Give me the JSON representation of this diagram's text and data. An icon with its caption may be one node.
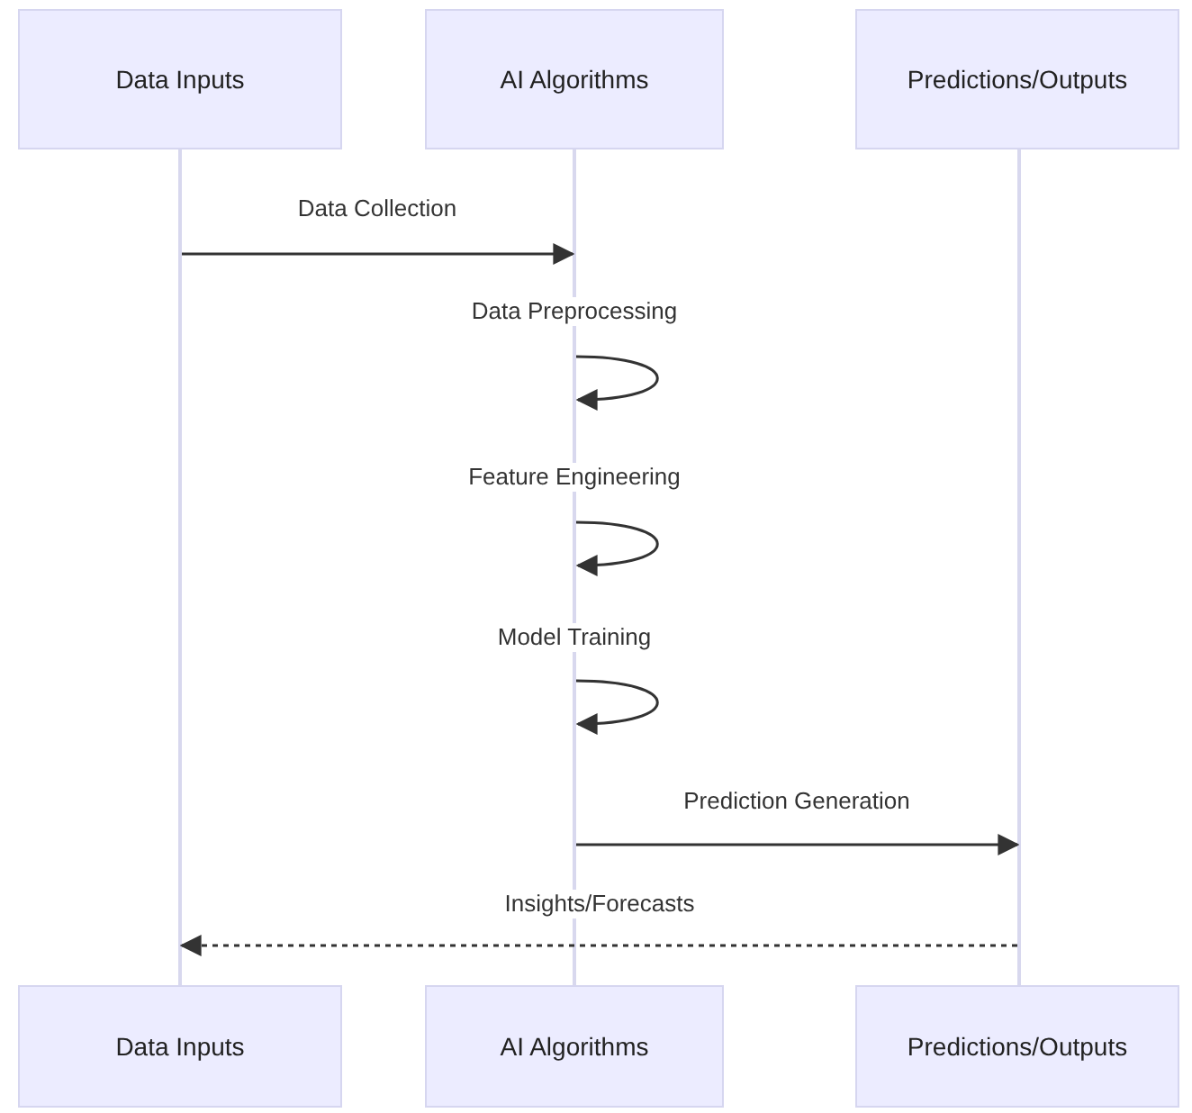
{
  "diagram": {
    "nodes": [
      {
        "text": [
          "Data Inputs"
        ]
      },
      {
        "text": [
          "AI Algorithms"
        ]
      },
      {
        "text": [
          "Predictions/Outputs"
        ]
      },
      {
        "text": [],
        "shape": "bar"
      },
      {
        "text": [],
        "shape": "bar"
      },
      {
        "text": [],
        "shape": "bar"
      },
      {
        "text": [
          "Data Inputs"
        ]
      },
      {
        "text": [
          "AI Algorithms"
        ]
      },
      {
        "text": [
          "Predictions/Outputs"
        ]
      }
    ],
    "edges": [
      {
        "from": 3,
        "to": 4,
        "arrow": "to",
        "label": "Data Collection"
      },
      {
        "from": 4,
        "to": 4,
        "arrow": "to",
        "label": "Data Preprocessing"
      },
      {
        "from": 4,
        "to": 4,
        "arrow": "to",
        "label": "Feature Engineering"
      },
      {
        "from": 4,
        "to": 4,
        "arrow": "to",
        "label": "Model Training"
      },
      {
        "from": 4,
        "to": 5,
        "arrow": "to",
        "label": "Prediction Generation"
      },
      {
        "from": 5,
        "to": 3,
        "arrow": "to",
        "label": "Insights/Forecasts",
        "style": "dashed"
      }
    ]
  }
}
